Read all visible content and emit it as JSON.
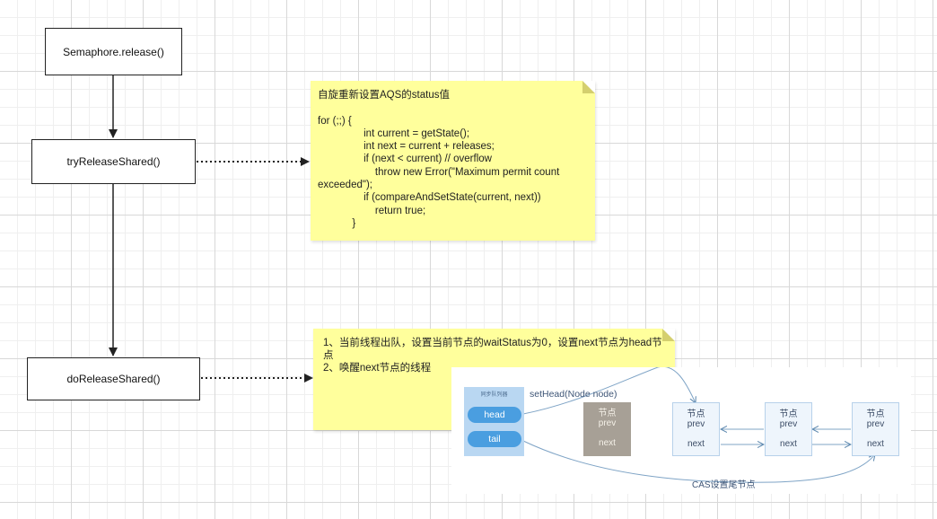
{
  "flow": {
    "step1": "Semaphore.release()",
    "step2": "tryReleaseShared()",
    "step3": "doReleaseShared()"
  },
  "note1": {
    "text": "自旋重新设置AQS的status值\n\nfor (;;) {\n                int current = getState();\n                int next = current + releases;\n                if (next < current) // overflow\n                    throw new Error(\"Maximum permit count exceeded\");\n                if (compareAndSetState(current, next))\n                    return true;\n            }"
  },
  "note2": {
    "line1": "1、当前线程出队，设置当前节点的waitStatus为0，设置next节点为head节点",
    "line2": "2、唤醒next节点的线程"
  },
  "queue": {
    "panel_title": "同步队列器",
    "head": "head",
    "tail": "tail",
    "set_head_label": "setHead(Node node)",
    "cas_label": "CAS设置尾节点",
    "nodes": [
      {
        "title": "节点",
        "prev": "prev",
        "next": "next"
      },
      {
        "title": "节点",
        "prev": "prev",
        "next": "next"
      },
      {
        "title": "节点",
        "prev": "prev",
        "next": "next"
      },
      {
        "title": "节点",
        "prev": "prev",
        "next": "next"
      }
    ]
  },
  "colors": {
    "note": "#ffff9c",
    "pill": "#4a9ee0",
    "panel": "#b9d7f2",
    "removed_node": "#a7a096",
    "node": "#eef5fc"
  }
}
